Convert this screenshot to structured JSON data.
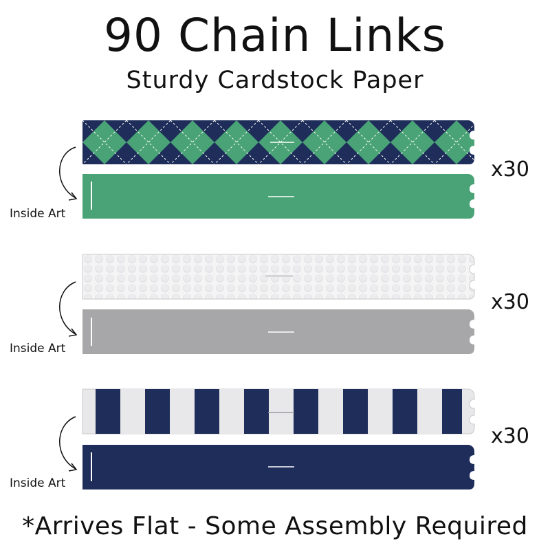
{
  "header": {
    "title": "90 Chain Links",
    "subtitle": "Sturdy Cardstock Paper"
  },
  "sets": [
    {
      "quantity": "x30",
      "inside_label": "Inside Art",
      "front_pattern": "argyle-icon",
      "back_color": "#4aa377"
    },
    {
      "quantity": "x30",
      "inside_label": "Inside Art",
      "front_pattern": "golf-ball-dimple-icon",
      "back_color": "#a7a7a9"
    },
    {
      "quantity": "x30",
      "inside_label": "Inside Art",
      "front_pattern": "stripes-icon",
      "back_color": "#1e2d59"
    }
  ],
  "colors": {
    "navy": "#1e2d59",
    "green": "#4aa377",
    "gray": "#a7a7a9",
    "light": "#e8e8ea"
  },
  "footer": {
    "note": "*Arrives Flat - Some Assembly Required"
  }
}
